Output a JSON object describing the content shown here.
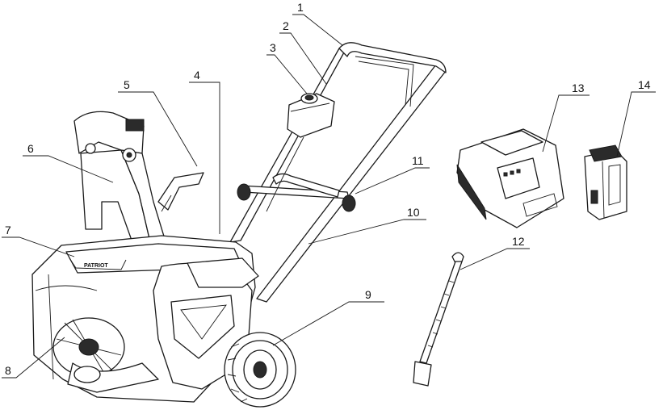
{
  "diagram": {
    "brand_text": "PATRIOT",
    "callouts": [
      "1",
      "2",
      "3",
      "4",
      "5",
      "6",
      "7",
      "8",
      "9",
      "10",
      "11",
      "12",
      "13",
      "14"
    ]
  }
}
